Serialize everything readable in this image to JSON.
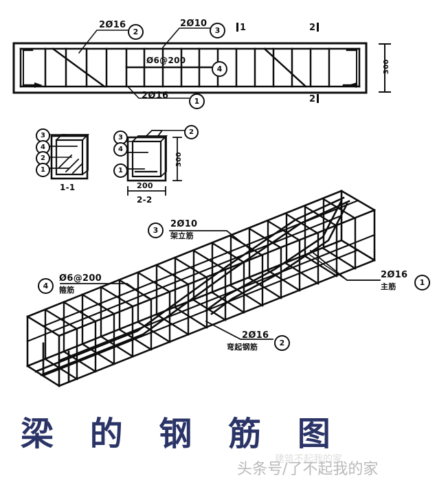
{
  "document": {
    "title": "梁 的 钢 筋 图",
    "title_color": "#2b3467",
    "watermark": "头条号/了不起我的家",
    "watermark_overlay": "建筑不起我的家"
  },
  "rebar_legend": [
    {
      "id": "1",
      "spec": "2Ø16",
      "name": "主筋"
    },
    {
      "id": "2",
      "spec": "2Ø16",
      "name": "弯起钢筋"
    },
    {
      "id": "3",
      "spec": "2Ø10",
      "name": "架立筋"
    },
    {
      "id": "4",
      "spec": "Ø6@200",
      "name": "箍筋"
    }
  ],
  "elevation": {
    "callouts": [
      {
        "id": "2",
        "text": "2Ø16"
      },
      {
        "id": "3",
        "text": "2Ø10"
      },
      {
        "id": "1",
        "text": "2Ø16"
      },
      {
        "id": "4",
        "text": ""
      }
    ],
    "inline_note": "Ø6@200",
    "section_marks_top": [
      "1",
      "2"
    ],
    "section_marks_bottom": [
      "2"
    ],
    "height_dim": "300"
  },
  "sections": [
    {
      "name": "1-1",
      "bubbles": [
        "3",
        "4",
        "2",
        "1"
      ],
      "width_dim": "",
      "height_dim": ""
    },
    {
      "name": "2-2",
      "bubbles": [
        "3",
        "4",
        "1",
        "2"
      ],
      "width_dim": "200",
      "height_dim": "300"
    }
  ],
  "iso": {
    "callouts": [
      {
        "id": "3",
        "spec": "2Ø10",
        "name": "架立筋"
      },
      {
        "id": "4",
        "spec": "Ø6@200",
        "name": "箍筋"
      },
      {
        "id": "1",
        "spec": "2Ø16",
        "name": "主筋"
      },
      {
        "id": "2",
        "spec": "2Ø16",
        "name": "弯起钢筋"
      }
    ]
  }
}
